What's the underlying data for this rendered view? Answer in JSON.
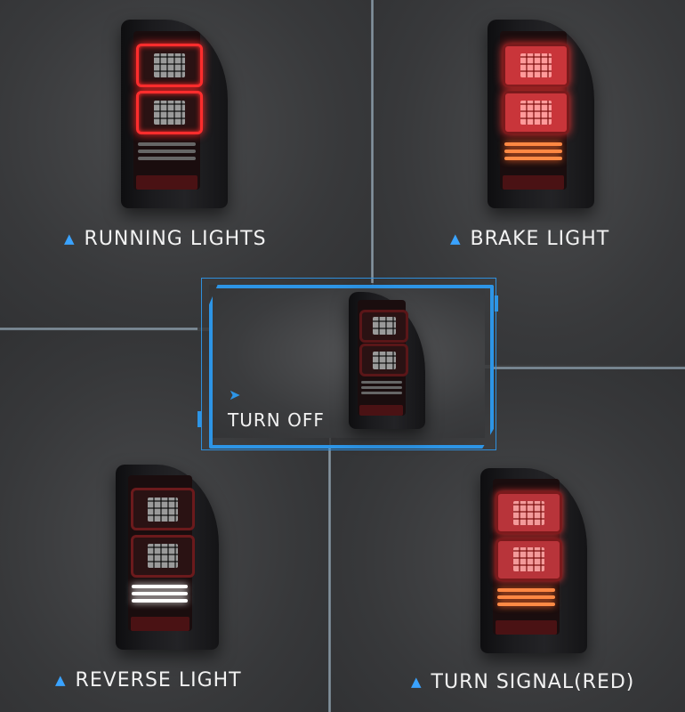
{
  "panels": {
    "running": {
      "label": "RUNNING LIGHTS"
    },
    "brake": {
      "label": "BRAKE LIGHT"
    },
    "off": {
      "label": "TURN OFF"
    },
    "reverse": {
      "label": "REVERSE LIGHT"
    },
    "turn": {
      "label": "TURN SIGNAL(RED)"
    }
  },
  "icons": {
    "label_marker": "chevron-up-icon",
    "frame_marker": "chevron-right-icon"
  },
  "colors": {
    "accent": "#2d95e6",
    "label_text": "#f2f2f2",
    "background": "#3a3b3d"
  }
}
